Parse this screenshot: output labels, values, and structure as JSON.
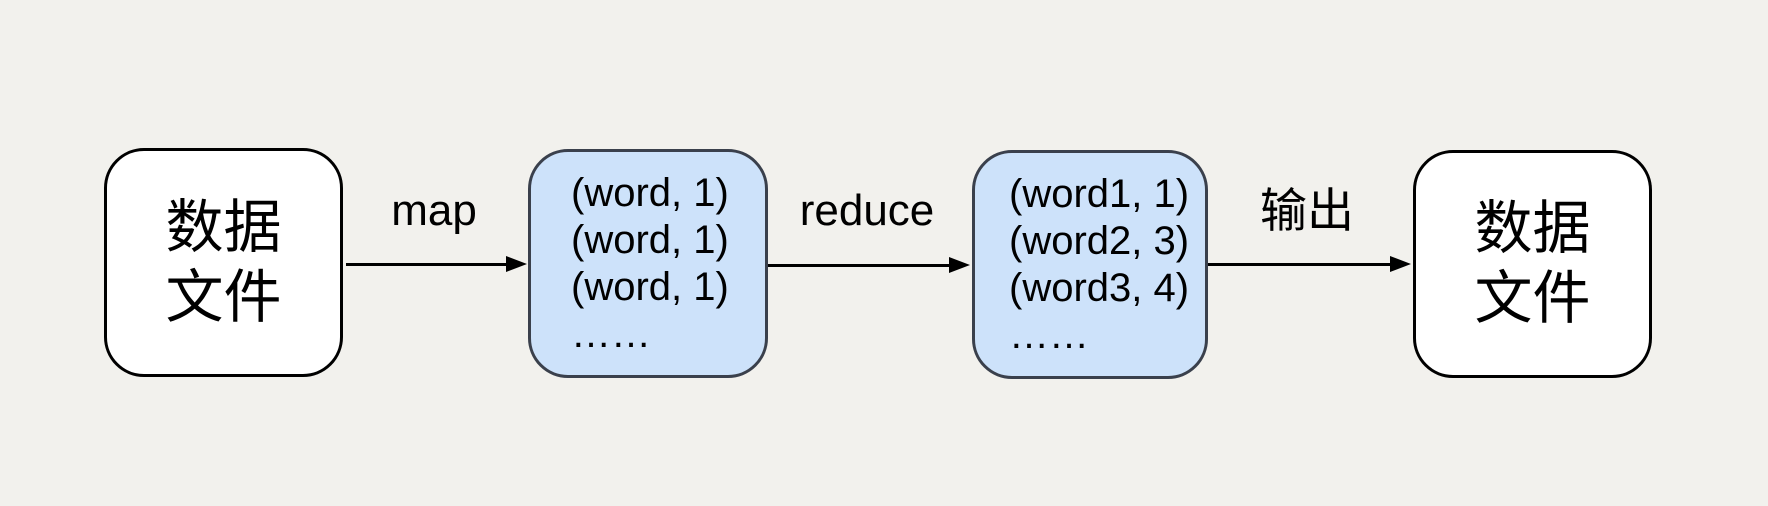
{
  "diagram": {
    "title_hint": "MapReduce word-count flow",
    "colors": {
      "background": "#f2f1ed",
      "file_node_fill": "#ffffff",
      "file_node_border": "#000000",
      "kv_node_fill": "#cde2fa",
      "kv_node_border": "#3a404c",
      "arrow": "#000000",
      "text": "#000000"
    },
    "nodes": [
      {
        "id": "input-data-file",
        "type": "file",
        "lines": [
          "数据",
          "文件"
        ]
      },
      {
        "id": "map-output",
        "type": "kv",
        "lines": [
          "(word, 1)",
          "(word, 1)",
          "(word, 1)",
          "……"
        ]
      },
      {
        "id": "reduce-output",
        "type": "kv",
        "lines": [
          "(word1, 1)",
          "(word2, 3)",
          "(word3, 4)",
          "……"
        ]
      },
      {
        "id": "output-data-file",
        "type": "file",
        "lines": [
          "数据",
          "文件"
        ]
      }
    ],
    "edges": [
      {
        "id": "edge-map",
        "label": "map"
      },
      {
        "id": "edge-reduce",
        "label": "reduce"
      },
      {
        "id": "edge-output",
        "label": "输出"
      }
    ]
  }
}
